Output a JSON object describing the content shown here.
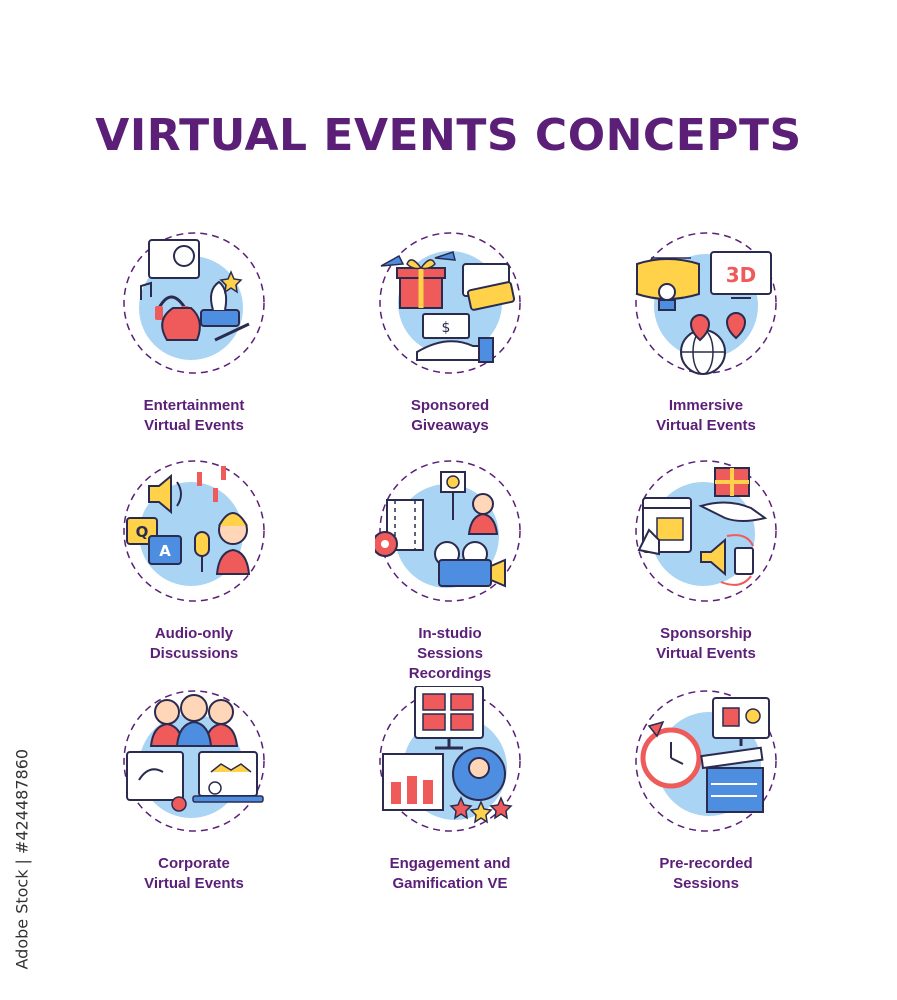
{
  "title": "VIRTUAL EVENTS CONCEPTS",
  "colors": {
    "title": "#5b1f78",
    "circle_fill": "#a9d4f3",
    "dash": "#5b1f78",
    "accent_red": "#ef5a5a",
    "accent_yellow": "#ffd24a",
    "accent_blue": "#4e8ee0"
  },
  "concepts": [
    {
      "icon": "entertainment-icon",
      "lines": [
        "Entertainment",
        "Virtual Events"
      ]
    },
    {
      "icon": "gift-giveaway-icon",
      "lines": [
        "Sponsored",
        "Giveaways"
      ]
    },
    {
      "icon": "3d-360-icon",
      "lines": [
        "Immersive",
        "Virtual Events"
      ]
    },
    {
      "icon": "audio-discussion-icon",
      "lines": [
        "Audio-only",
        "Discussions"
      ]
    },
    {
      "icon": "studio-recording-icon",
      "lines": [
        "In-studio",
        "Sessions",
        "Recordings"
      ]
    },
    {
      "icon": "sponsorship-icon",
      "lines": [
        "Sponsorship",
        "Virtual Events"
      ]
    },
    {
      "icon": "corporate-icon",
      "lines": [
        "Corporate",
        "Virtual Events"
      ]
    },
    {
      "icon": "gamification-icon",
      "lines": [
        "Engagement and",
        "Gamification VE"
      ]
    },
    {
      "icon": "prerecorded-icon",
      "lines": [
        "Pre-recorded",
        "Sessions"
      ]
    }
  ],
  "stock_id": "Adobe Stock | #424487860"
}
